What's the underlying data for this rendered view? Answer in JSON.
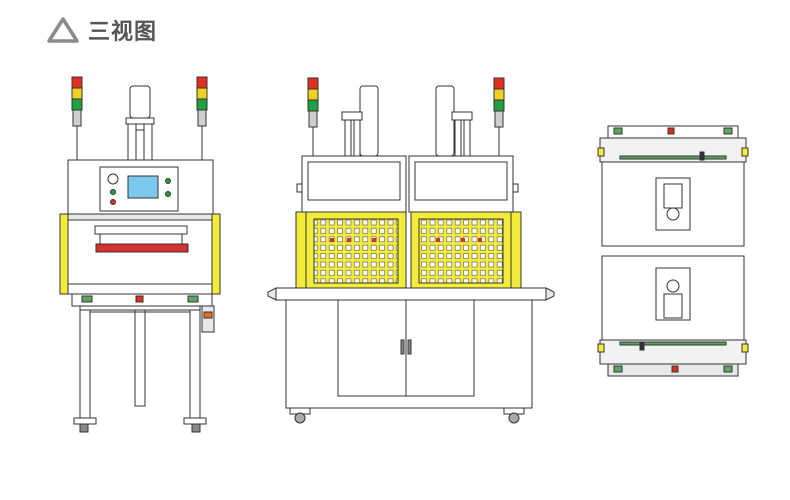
{
  "header": {
    "icon": "triangle-outline-icon",
    "title": "三视图"
  },
  "colors": {
    "title": "#555555",
    "icon": "#888888",
    "outline": "#333333",
    "yellow_guard": "#f4ec3a",
    "red_lamp": "#e03020",
    "yellow_lamp": "#f0d020",
    "green_lamp": "#20a040",
    "screen": "#7cc8ee",
    "press_plate": "#d83030",
    "pcb_green": "#5aa860"
  },
  "views": [
    {
      "name": "front-view"
    },
    {
      "name": "side-view"
    },
    {
      "name": "top-view"
    }
  ]
}
